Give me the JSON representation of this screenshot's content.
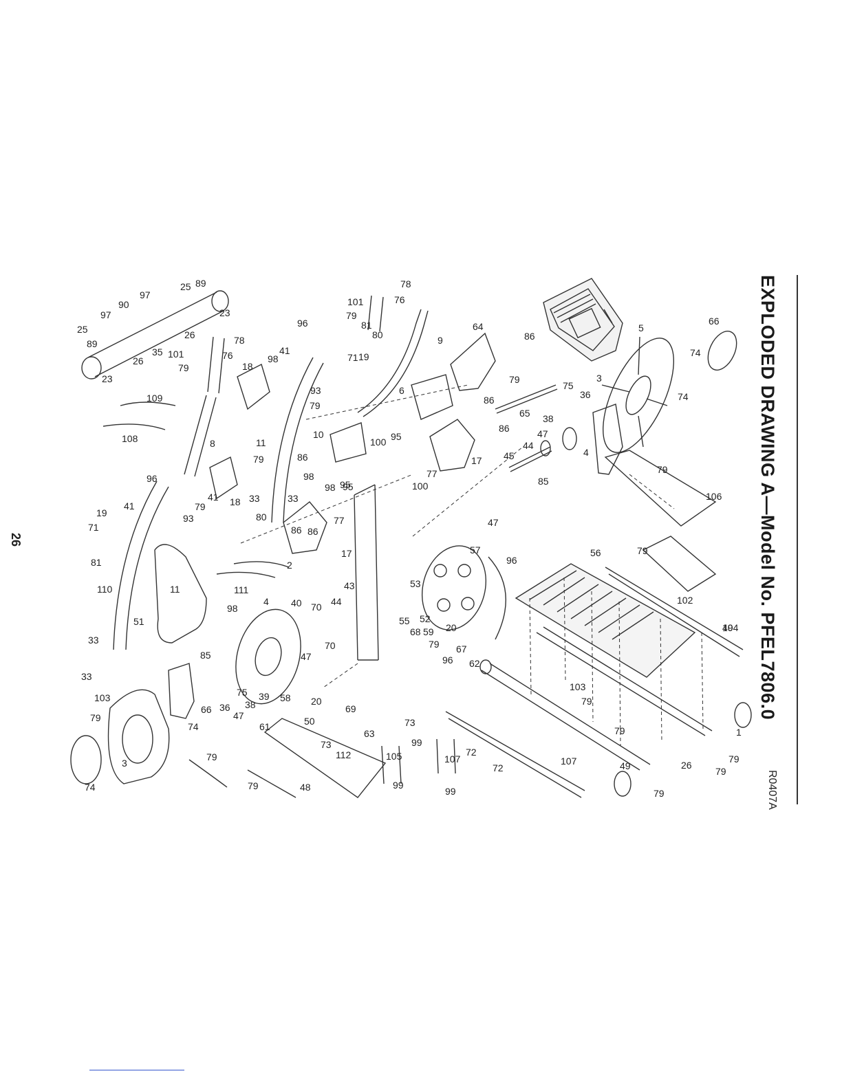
{
  "page_number": "26",
  "title": "EXPLODED DRAWING A—Model No. PFEL7806.0",
  "drawing_code": "R0407A",
  "callouts": [
    {
      "label": "78"
    },
    {
      "label": "101"
    },
    {
      "label": "76"
    },
    {
      "label": "79"
    },
    {
      "label": "81"
    },
    {
      "label": "80"
    },
    {
      "label": "96"
    },
    {
      "label": "41"
    },
    {
      "label": "19"
    },
    {
      "label": "98"
    },
    {
      "label": "18"
    },
    {
      "label": "71"
    },
    {
      "label": "93"
    },
    {
      "label": "79"
    },
    {
      "label": "9"
    },
    {
      "label": "64"
    },
    {
      "label": "86"
    },
    {
      "label": "79"
    },
    {
      "label": "5"
    },
    {
      "label": "66"
    },
    {
      "label": "74"
    },
    {
      "label": "74"
    },
    {
      "label": "3"
    },
    {
      "label": "36"
    },
    {
      "label": "75"
    },
    {
      "label": "38"
    },
    {
      "label": "47"
    },
    {
      "label": "44"
    },
    {
      "label": "65"
    },
    {
      "label": "86"
    },
    {
      "label": "86"
    },
    {
      "label": "6"
    },
    {
      "label": "10"
    },
    {
      "label": "86"
    },
    {
      "label": "100"
    },
    {
      "label": "95"
    },
    {
      "label": "95"
    },
    {
      "label": "77"
    },
    {
      "label": "17"
    },
    {
      "label": "45"
    },
    {
      "label": "4"
    },
    {
      "label": "85"
    },
    {
      "label": "79"
    },
    {
      "label": "106"
    },
    {
      "label": "97"
    },
    {
      "label": "25"
    },
    {
      "label": "89"
    },
    {
      "label": "90"
    },
    {
      "label": "97"
    },
    {
      "label": "25"
    },
    {
      "label": "89"
    },
    {
      "label": "23"
    },
    {
      "label": "26"
    },
    {
      "label": "78"
    },
    {
      "label": "35"
    },
    {
      "label": "101"
    },
    {
      "label": "79"
    },
    {
      "label": "76"
    },
    {
      "label": "26"
    },
    {
      "label": "23"
    },
    {
      "label": "109"
    },
    {
      "label": "108"
    },
    {
      "label": "8"
    },
    {
      "label": "79"
    },
    {
      "label": "11"
    },
    {
      "label": "96"
    },
    {
      "label": "41"
    },
    {
      "label": "79"
    },
    {
      "label": "41"
    },
    {
      "label": "18"
    },
    {
      "label": "33"
    },
    {
      "label": "98"
    },
    {
      "label": "33"
    },
    {
      "label": "98"
    },
    {
      "label": "77"
    },
    {
      "label": "95"
    },
    {
      "label": "100"
    },
    {
      "label": "19"
    },
    {
      "label": "93"
    },
    {
      "label": "71"
    },
    {
      "label": "81"
    },
    {
      "label": "80"
    },
    {
      "label": "86"
    },
    {
      "label": "86"
    },
    {
      "label": "17"
    },
    {
      "label": "2"
    },
    {
      "label": "111"
    },
    {
      "label": "110"
    },
    {
      "label": "11"
    },
    {
      "label": "51"
    },
    {
      "label": "33"
    },
    {
      "label": "33"
    },
    {
      "label": "98"
    },
    {
      "label": "85"
    },
    {
      "label": "4"
    },
    {
      "label": "40"
    },
    {
      "label": "70"
    },
    {
      "label": "44"
    },
    {
      "label": "43"
    },
    {
      "label": "47"
    },
    {
      "label": "70"
    },
    {
      "label": "57"
    },
    {
      "label": "47"
    },
    {
      "label": "96"
    },
    {
      "label": "53"
    },
    {
      "label": "52"
    },
    {
      "label": "20"
    },
    {
      "label": "55"
    },
    {
      "label": "68"
    },
    {
      "label": "59"
    },
    {
      "label": "79"
    },
    {
      "label": "67"
    },
    {
      "label": "96"
    },
    {
      "label": "62"
    },
    {
      "label": "56"
    },
    {
      "label": "79"
    },
    {
      "label": "102"
    },
    {
      "label": "104"
    },
    {
      "label": "103"
    },
    {
      "label": "79"
    },
    {
      "label": "3"
    },
    {
      "label": "74"
    },
    {
      "label": "74"
    },
    {
      "label": "66"
    },
    {
      "label": "36"
    },
    {
      "label": "75"
    },
    {
      "label": "38"
    },
    {
      "label": "39"
    },
    {
      "label": "58"
    },
    {
      "label": "47"
    },
    {
      "label": "20"
    },
    {
      "label": "69"
    },
    {
      "label": "50"
    },
    {
      "label": "73"
    },
    {
      "label": "73"
    },
    {
      "label": "112"
    },
    {
      "label": "61"
    },
    {
      "label": "79"
    },
    {
      "label": "79"
    },
    {
      "label": "48"
    },
    {
      "label": "63"
    },
    {
      "label": "105"
    },
    {
      "label": "99"
    },
    {
      "label": "72"
    },
    {
      "label": "107"
    },
    {
      "label": "99"
    },
    {
      "label": "99"
    },
    {
      "label": "72"
    },
    {
      "label": "107"
    },
    {
      "label": "103"
    },
    {
      "label": "79"
    },
    {
      "label": "79"
    },
    {
      "label": "1"
    },
    {
      "label": "79"
    },
    {
      "label": "49"
    },
    {
      "label": "26"
    },
    {
      "label": "79"
    },
    {
      "label": "79"
    },
    {
      "label": "49"
    },
    {
      "label": "26"
    },
    {
      "label": "79"
    }
  ]
}
